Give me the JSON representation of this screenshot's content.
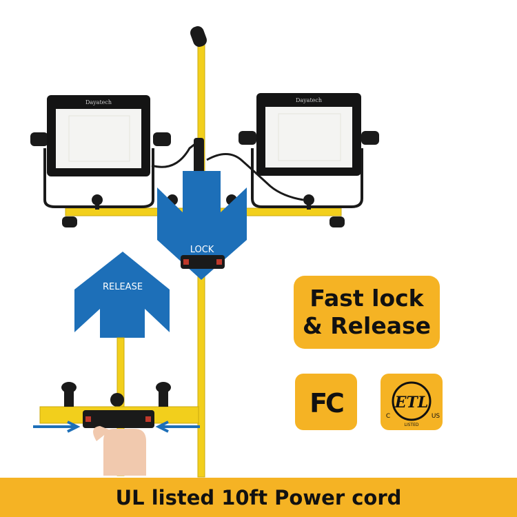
{
  "product": {
    "brand_left": "Dayatech",
    "brand_right": "Dayatech"
  },
  "arrows": {
    "lock_label": "LOCK",
    "release_label": "RELEASE"
  },
  "feature_badge": {
    "line1": "Fast lock",
    "line2": "& Release"
  },
  "certifications": {
    "fcc_label": "FC",
    "etl_main": "ETL",
    "etl_left": "C",
    "etl_right": "US",
    "etl_bottom": "LISTED"
  },
  "footer": {
    "text": "UL listed 10ft Power cord"
  },
  "colors": {
    "pole_yellow": "#f2cf1c",
    "badge_orange": "#f5b324",
    "arrow_blue": "#1d6fb8",
    "lamp_black": "#141414"
  }
}
